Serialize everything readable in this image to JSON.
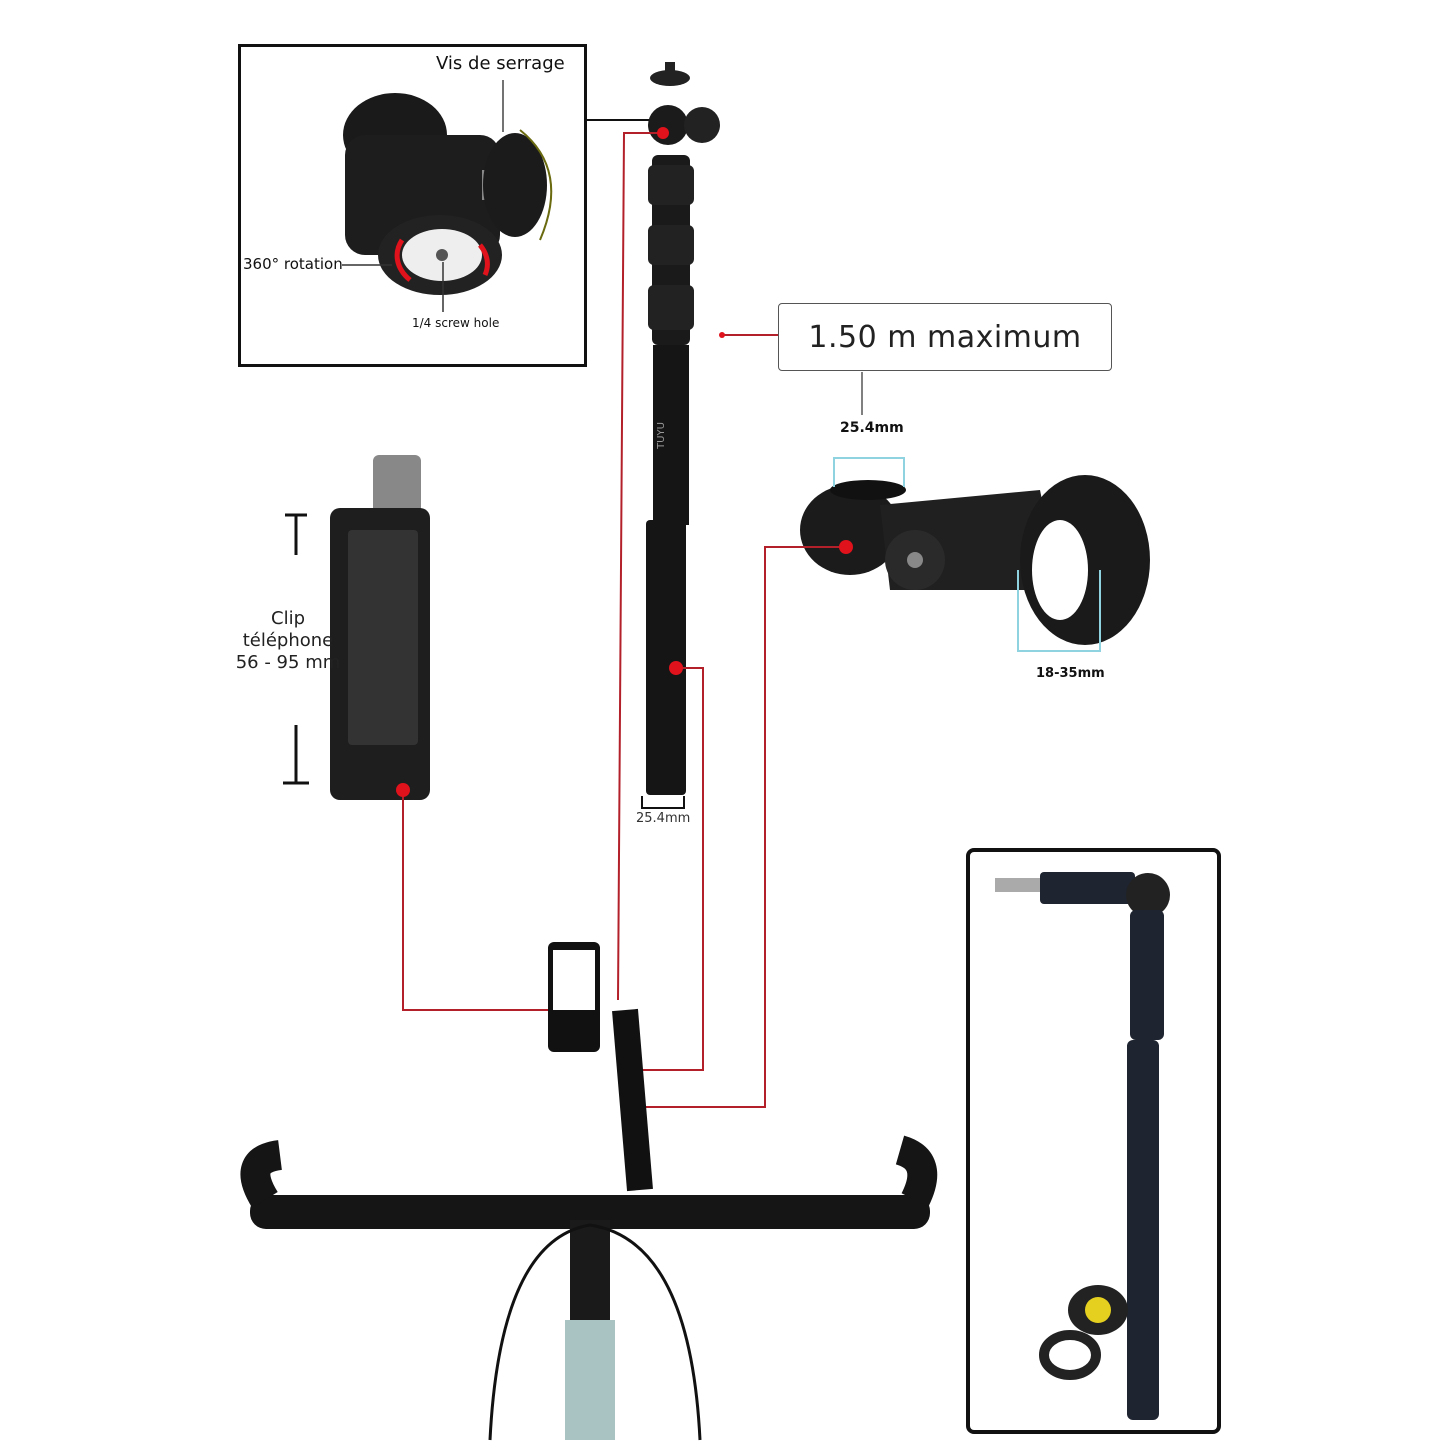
{
  "ballhead": {
    "tighten_label": "Vis de serrage",
    "rotation_label": "360° rotation",
    "screw_label": "1/4 screw hole"
  },
  "pole": {
    "brand": "TUYU",
    "diameter_label": "25.4mm",
    "length_callout": "1.50 m maximum"
  },
  "clamp": {
    "top_label": "25.4mm",
    "range_label": "18-35mm"
  },
  "phone_clip": {
    "line1": "Clip",
    "line2": "téléphone",
    "line3": "56 - 95 mm"
  },
  "colors": {
    "accent": "#e0121b",
    "line": "#b3202a",
    "dim": "#8fd3e0",
    "product": "#151515"
  }
}
